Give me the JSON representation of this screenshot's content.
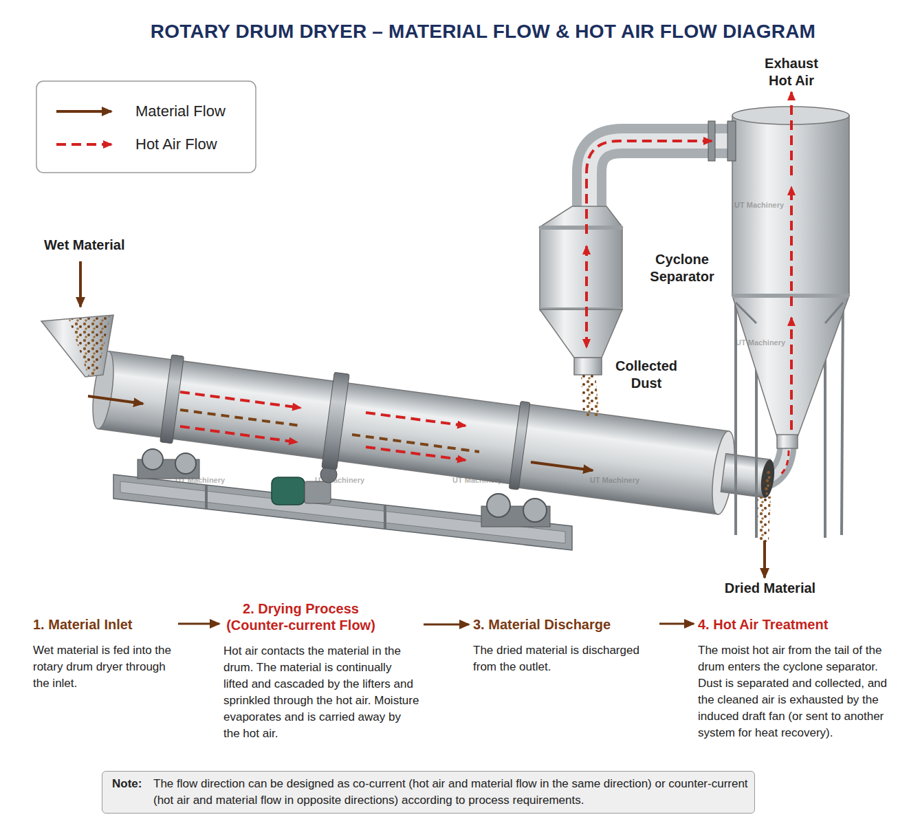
{
  "diagram": {
    "title": "ROTARY DRUM DRYER – MATERIAL FLOW & HOT AIR FLOW DIAGRAM",
    "nodes": [
      {
        "text": [
          "1. Material Inlet",
          "Wet material is fed into the rotary drum dryer through the inlet."
        ]
      },
      {
        "text": [
          "2. Drying Process (Counter-current Flow)",
          "Hot air contacts the material in the drum. The material is continually lifted and cascaded by the lifters and sprinkled through the hot air. Moisture evaporates and is carried away by the hot air."
        ]
      },
      {
        "text": [
          "3. Material Discharge",
          "The dried material is discharged from the outlet."
        ]
      },
      {
        "text": [
          "4. Hot Air Treatment",
          "The moist hot air from the tail of the drum enters the cyclone separator. Dust is separated and collected, and the cleaned air is exhausted by the induced draft fan (or sent to another system for heat recovery)."
        ]
      },
      {
        "text": [
          "Note:",
          "The flow direction can be designed as co-current (hot air and material flow in the same direction) or counter-current (hot air and material flow in opposite directions) according to process requirements."
        ]
      }
    ],
    "edges": [
      {
        "from": 0,
        "to": 1,
        "arrow": "to"
      },
      {
        "from": 1,
        "to": 2,
        "arrow": "to"
      },
      {
        "from": 2,
        "to": 3,
        "arrow": "to"
      }
    ],
    "labels": [
      "Wet Material",
      "Exhaust Hot Air",
      "Cyclone Separator",
      "Collected Dust",
      "Dried Material",
      "UT Machinery",
      "UT Machinery",
      "UT Machinery",
      "UT Machinery",
      "UT Machinery",
      "UT Machinery"
    ],
    "legend": [
      {
        "text": "Material Flow"
      },
      {
        "text": "Hot Air Flow"
      }
    ]
  }
}
